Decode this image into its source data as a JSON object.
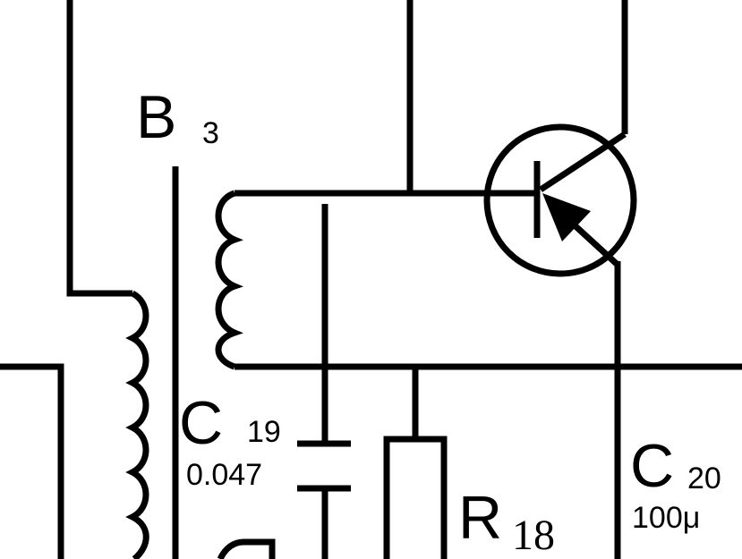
{
  "components": {
    "transformer": {
      "letter": "B",
      "index": "3"
    },
    "capacitor_c19": {
      "letter": "C",
      "index": "19",
      "value": "0.047"
    },
    "capacitor_c20": {
      "letter": "C",
      "index": "20",
      "value": "100μ"
    },
    "resistor_r18": {
      "letter": "R",
      "index": "18"
    }
  }
}
